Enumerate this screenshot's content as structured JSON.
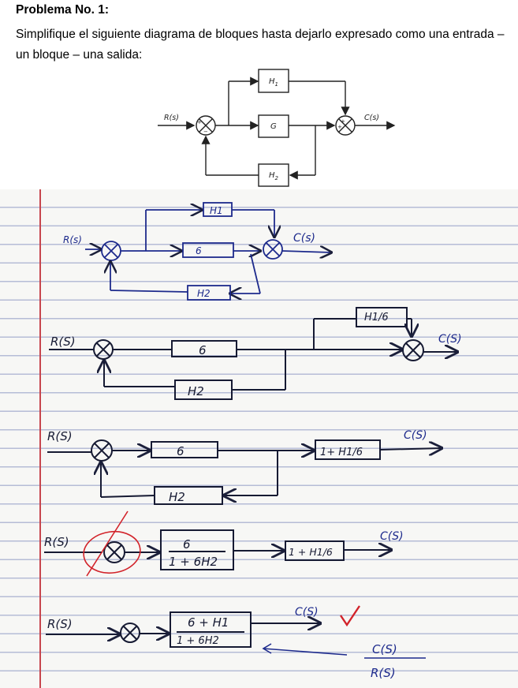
{
  "problem": {
    "title": "Problema No. 1:",
    "statement": "Simplifique el siguiente diagrama de bloques hasta dejarlo expresado como una entrada – un bloque – una salida:"
  },
  "typeset_diagram": {
    "input": "R(s)",
    "output": "C(s)",
    "blocks": [
      "H",
      "G",
      "H"
    ],
    "block_subscripts": [
      "1",
      "",
      "2"
    ],
    "sum1_signs": [
      "+",
      "−"
    ],
    "sum2_signs": [
      "+",
      "+"
    ]
  },
  "notes": {
    "step1": {
      "input": "R(s)",
      "output": "C(s)",
      "blocks": [
        "H1",
        "6",
        "H2"
      ]
    },
    "step2": {
      "input": "R(S)",
      "output": "C(S)",
      "blocks": [
        "6",
        "H2",
        "H1/6"
      ]
    },
    "step3": {
      "input": "R(S)",
      "output": "C(S)",
      "blocks": [
        "6",
        "H2",
        "1+ H1/6"
      ]
    },
    "step4": {
      "input": "R(S)",
      "output": "C(S)",
      "numerator": "6",
      "denominator": "1 + 6H2",
      "block2": "1 + H1/6"
    },
    "step5": {
      "input": "R(S)",
      "output": "C(S)",
      "numerator": "6 + H1",
      "denominator": "1 + 6H2",
      "ratio_num": "C(S)",
      "ratio_den": "R(S)"
    }
  }
}
